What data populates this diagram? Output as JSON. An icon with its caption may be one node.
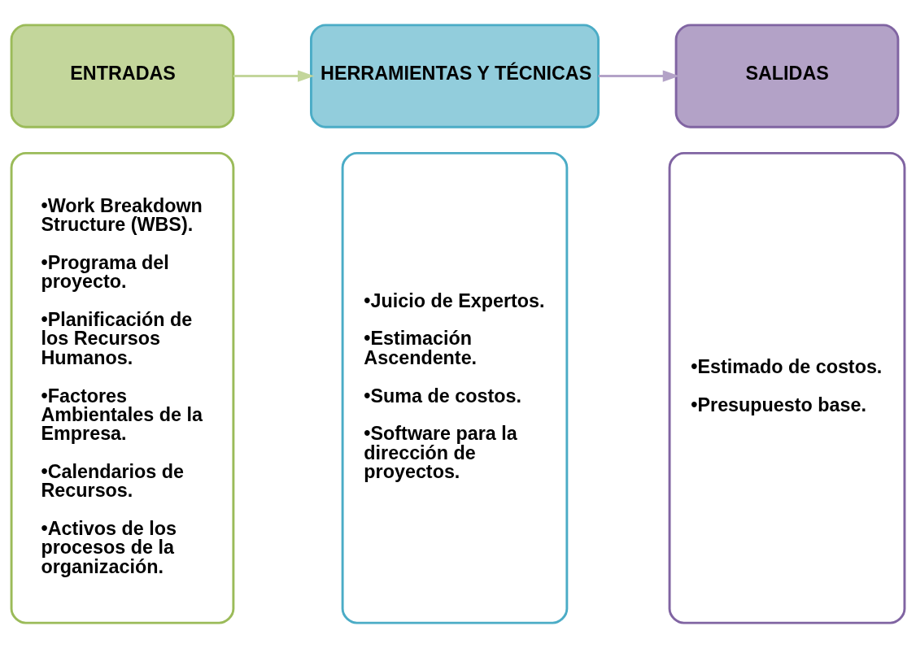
{
  "diagram": {
    "nodes": [
      {
        "text": [
          "ENTRADAS"
        ]
      },
      {
        "text": [
          "•Work Breakdown Structure (WBS).",
          "•Programa del proyecto.",
          "•Planificación de los Recursos Humanos.",
          "•Factores Ambientales de la Empresa.",
          "•Calendarios de Recursos.",
          "•Activos de los procesos de la organización."
        ]
      },
      {
        "text": [
          "HERRAMIENTAS Y TÉCNICAS"
        ]
      },
      {
        "text": [
          "•Juicio de Expertos.",
          "•Estimación Ascendente.",
          "•Suma de costos.",
          "•Software para la dirección de proyectos."
        ]
      },
      {
        "text": [
          "SALIDAS"
        ]
      },
      {
        "text": [
          "•Estimado de costos.",
          "•Presupuesto base."
        ]
      }
    ],
    "edges": [
      {
        "from": 0,
        "to": 2,
        "arrow": "to",
        "color": "#c3d69b"
      },
      {
        "from": 2,
        "to": 4,
        "arrow": "to",
        "color": "#b3a2c7"
      }
    ]
  }
}
